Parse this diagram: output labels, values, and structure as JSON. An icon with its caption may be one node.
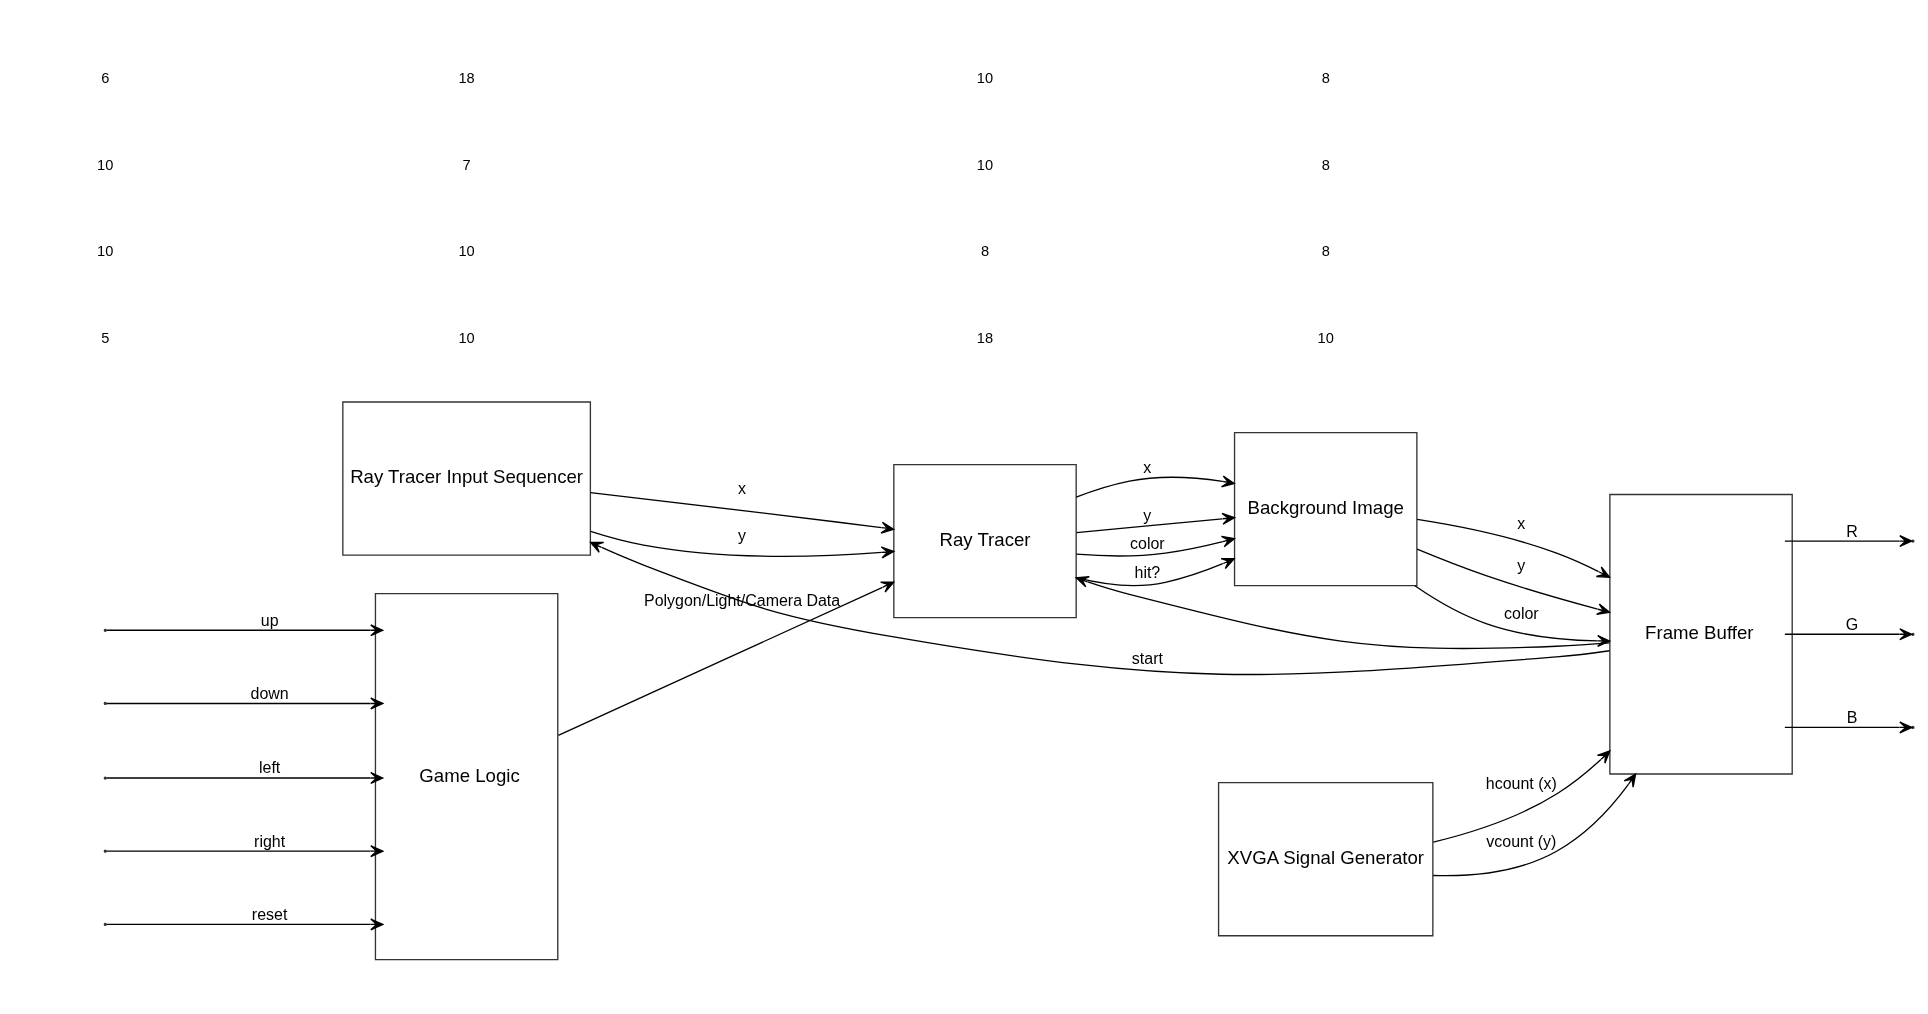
{
  "diagram": {
    "nodes": [
      {
        "text": [
          "Ray Tracer Input Sequencer"
        ]
      },
      {
        "text": [
          "Ray Tracer"
        ]
      },
      {
        "text": [
          "Background Image"
        ]
      },
      {
        "text": [
          "Frame Buffer"
        ]
      },
      {
        "text": [
          "XVGA Signal Generator"
        ]
      },
      {
        "text": [
          "Game Logic"
        ]
      }
    ],
    "edges": [
      {
        "from": 3,
        "to": 0,
        "arrow": "to",
        "label": "start"
      },
      {
        "from": 3,
        "to": 1,
        "arrow": "to"
      },
      {
        "from": 0,
        "to": 1,
        "arrow": "to",
        "label": "x"
      },
      {
        "from": 0,
        "to": 1,
        "arrow": "to",
        "label": "y"
      },
      {
        "from": 5,
        "to": 1,
        "arrow": "to",
        "label": "Polygon/Light/Camera Data"
      },
      {
        "from": 1,
        "to": 2,
        "arrow": "to",
        "label": "x"
      },
      {
        "from": 1,
        "to": 2,
        "arrow": "to",
        "label": "y"
      },
      {
        "from": 1,
        "to": 2,
        "arrow": "to",
        "label": "color"
      },
      {
        "from": 1,
        "to": 2,
        "arrow": "to",
        "label": "hit?"
      },
      {
        "from": 2,
        "to": 3,
        "arrow": "to",
        "label": "x"
      },
      {
        "from": 2,
        "to": 3,
        "arrow": "to",
        "label": "y"
      },
      {
        "from": 2,
        "to": 3,
        "arrow": "to",
        "label": "color"
      },
      {
        "from": 3,
        "to": null,
        "arrow": "to",
        "label": "R"
      },
      {
        "from": 3,
        "to": null,
        "arrow": "to",
        "label": "G"
      },
      {
        "from": 3,
        "to": null,
        "arrow": "to",
        "label": "B"
      },
      {
        "from": 4,
        "to": 3,
        "arrow": "to",
        "label": "hcount (x)"
      },
      {
        "from": 4,
        "to": 3,
        "arrow": "to",
        "label": "vcount (y)"
      },
      {
        "from": null,
        "to": 5,
        "arrow": "to",
        "label": "up"
      },
      {
        "from": null,
        "to": 5,
        "arrow": "to",
        "label": "down"
      },
      {
        "from": null,
        "to": 5,
        "arrow": "to",
        "label": "left"
      },
      {
        "from": null,
        "to": 5,
        "arrow": "to",
        "label": "right"
      },
      {
        "from": null,
        "to": 5,
        "arrow": "to",
        "label": "reset"
      }
    ],
    "labels": [
      "5",
      "10",
      "10",
      "6",
      "10",
      "10",
      "7",
      "18",
      "18",
      "8",
      "10",
      "10",
      "10",
      "8",
      "8",
      "8"
    ]
  }
}
